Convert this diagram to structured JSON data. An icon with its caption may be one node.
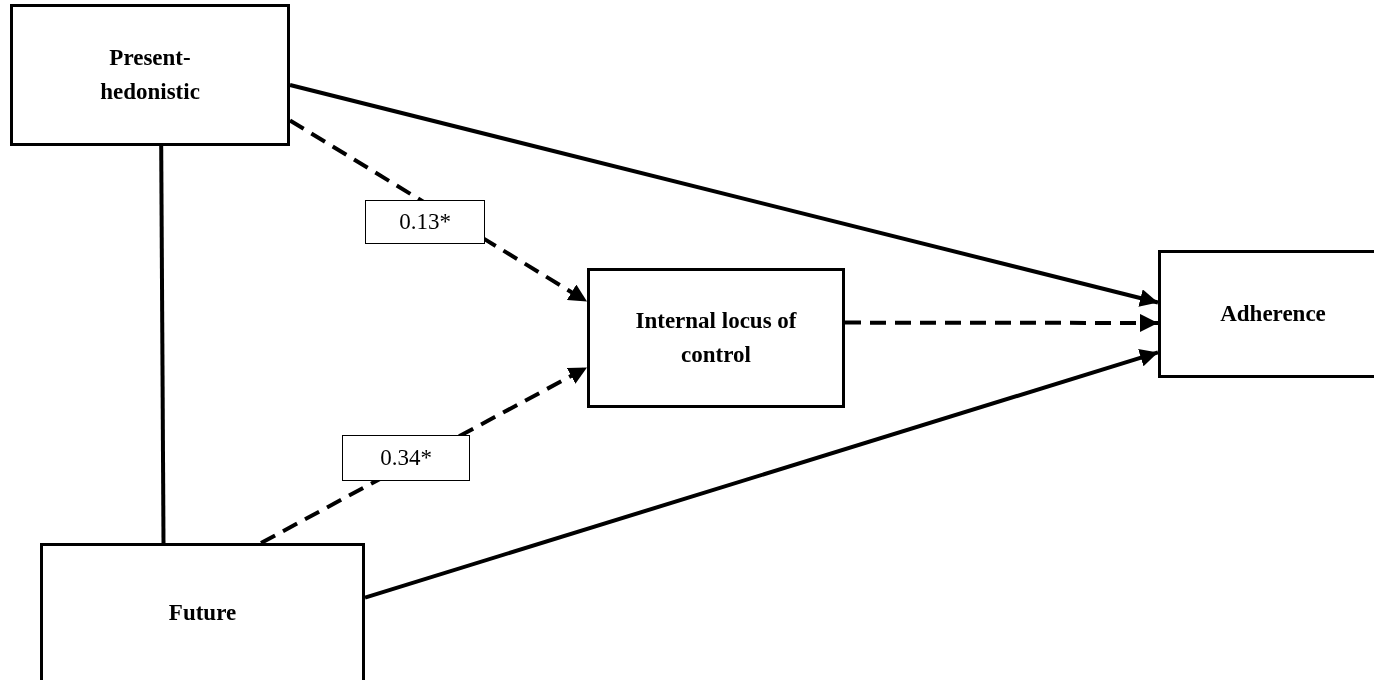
{
  "diagram": {
    "nodes": [
      {
        "text": [
          "Present-hedonistic"
        ]
      },
      {
        "text": [
          "Future"
        ]
      },
      {
        "text": [
          "Internal locus of control"
        ]
      },
      {
        "text": [
          "Adherence"
        ]
      }
    ],
    "edges": [
      {
        "from": 0,
        "to": 3,
        "arrow": "to"
      },
      {
        "from": 0,
        "to": 1,
        "arrow": "none"
      },
      {
        "from": 0,
        "to": 2,
        "arrow": "to",
        "style": "dashed",
        "label": "0.13*"
      },
      {
        "from": 1,
        "to": 2,
        "arrow": "to",
        "style": "dashed",
        "label": "0.34*"
      },
      {
        "from": 2,
        "to": 3,
        "arrow": "to",
        "style": "dashed"
      },
      {
        "from": 1,
        "to": 3,
        "arrow": "to"
      }
    ]
  }
}
